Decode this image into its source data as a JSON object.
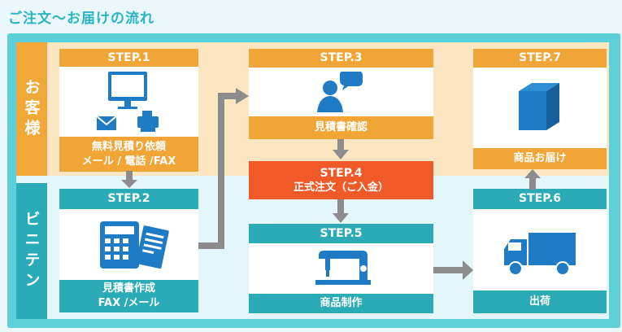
{
  "title": "ご注文〜お届けの流れ",
  "roles": {
    "customer": "お客様",
    "company": "ビニテン"
  },
  "steps": {
    "s1": {
      "label": "STEP.1",
      "desc1": "無料見積り依頼",
      "desc2": "メール / 電話 /FAX",
      "icon": "computer-mail-fax-icon"
    },
    "s2": {
      "label": "STEP.2",
      "desc1": "見積書作成",
      "desc2": "FAX /メール",
      "icon": "calculator-document-icon"
    },
    "s3": {
      "label": "STEP.3",
      "desc1": "見積書確認",
      "icon": "person-speech-icon"
    },
    "s4": {
      "label": "STEP.4",
      "desc1": "正式注文（ご入金）"
    },
    "s5": {
      "label": "STEP.5",
      "desc1": "商品制作",
      "icon": "sewing-machine-icon"
    },
    "s6": {
      "label": "STEP.6",
      "desc1": "出荷",
      "icon": "truck-icon"
    },
    "s7": {
      "label": "STEP.7",
      "desc1": "商品お届け",
      "icon": "box-icon"
    }
  },
  "colors": {
    "orange": "#f1a536",
    "teal": "#2aabb6",
    "red": "#ef5a28",
    "blue": "#1e7bc4",
    "arrow": "#8c8c8c"
  }
}
